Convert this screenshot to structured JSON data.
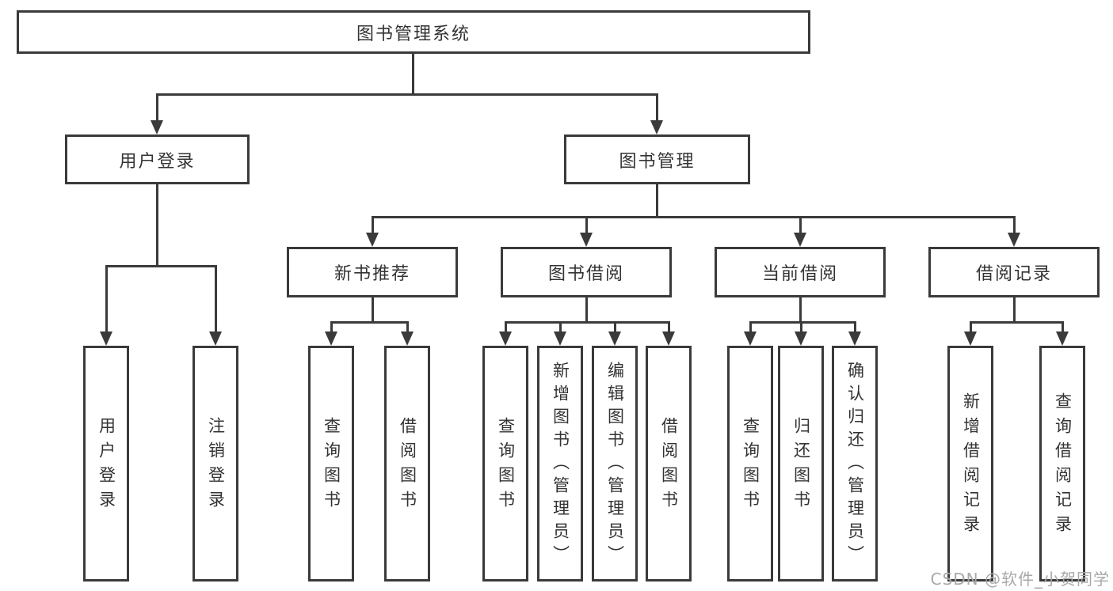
{
  "tree": {
    "label": "图书管理系统",
    "children": [
      {
        "label": "用户登录",
        "children": [
          {
            "label": "用户登录"
          },
          {
            "label": "注销登录"
          }
        ]
      },
      {
        "label": "图书管理",
        "children": [
          {
            "label": "新书推荐",
            "children": [
              {
                "label": "查询图书"
              },
              {
                "label": "借阅图书"
              }
            ]
          },
          {
            "label": "图书借阅",
            "children": [
              {
                "label": "查询图书"
              },
              {
                "label": "新增图书（管理员）"
              },
              {
                "label": "编辑图书（管理员）"
              },
              {
                "label": "借阅图书"
              }
            ]
          },
          {
            "label": "当前借阅",
            "children": [
              {
                "label": "查询图书"
              },
              {
                "label": "归还图书"
              },
              {
                "label": "确认归还（管理员）"
              }
            ]
          },
          {
            "label": "借阅记录",
            "children": [
              {
                "label": "新增借阅记录"
              },
              {
                "label": "查询借阅记录"
              }
            ]
          }
        ]
      }
    ]
  },
  "watermark": {
    "text": "CSDN @软件_小贺同学"
  },
  "colors": {
    "line": "#3a3a3a",
    "box_border": "#3a3a3a",
    "box_background": "#ffffff",
    "text": "#333333",
    "watermark": "#a8a8a8",
    "page_background": "#ffffff"
  }
}
